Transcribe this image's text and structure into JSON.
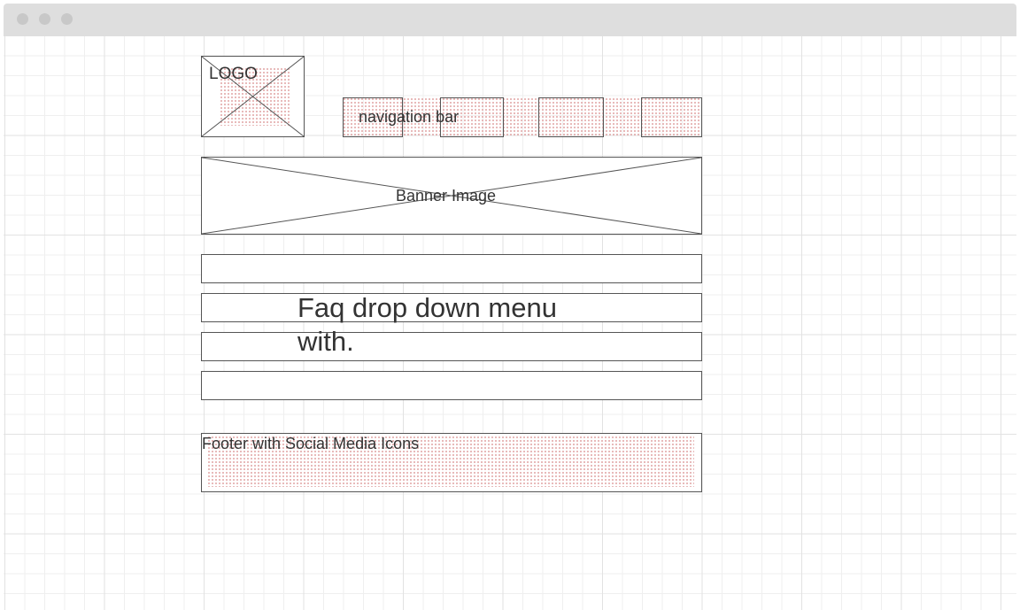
{
  "window": {
    "controls": [
      "close-dot",
      "minimize-dot",
      "maximize-dot"
    ]
  },
  "wireframe": {
    "logo": {
      "label": "LOGO"
    },
    "navigation": {
      "label": "navigation bar",
      "item_count": 4
    },
    "banner": {
      "label": "Banner Image"
    },
    "faq": {
      "label_line1": "Faq drop down menu",
      "label_line2": "with.",
      "row_count": 4
    },
    "footer": {
      "label": "Footer with Social Media Icons"
    }
  },
  "colors": {
    "stroke": "#555555",
    "text": "#333333",
    "dot_fill": "#e0a3a3",
    "grid_major": "#e2e2e2",
    "grid_minor": "#efefef",
    "titlebar": "#dedede"
  }
}
